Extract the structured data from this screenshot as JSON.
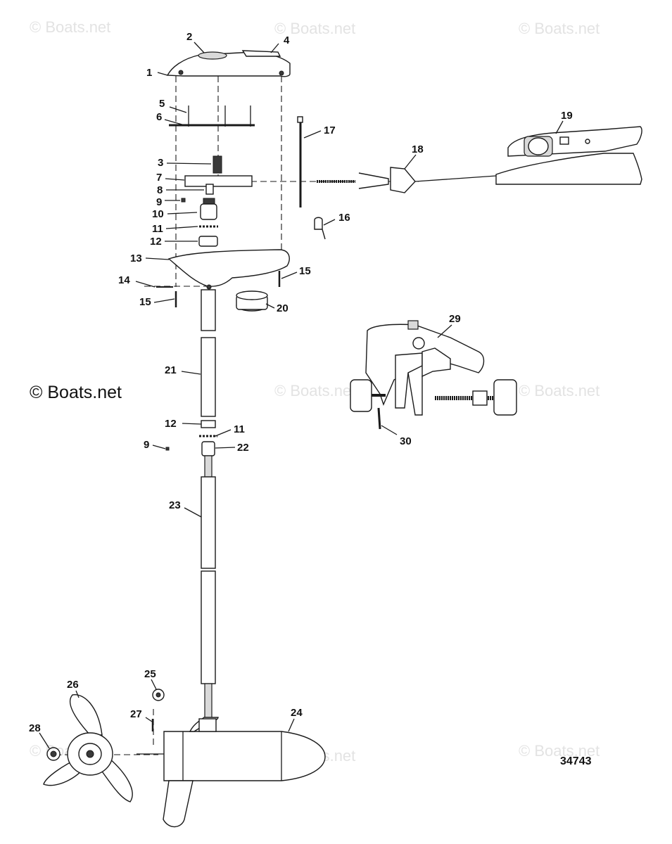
{
  "watermarks": [
    "© Boats.net",
    "© Boats.net",
    "© Boats.net",
    "© Boats.net",
    "© Boats.net",
    "© Boats.net",
    "© Boats.net",
    "© Boats.net"
  ],
  "copyright": "© Boats.net",
  "figure_number": "34743",
  "part_labels": [
    "1",
    "2",
    "3",
    "4",
    "5",
    "6",
    "7",
    "8",
    "9",
    "10",
    "11",
    "12",
    "13",
    "14",
    "15",
    "15",
    "16",
    "17",
    "18",
    "19",
    "20",
    "21",
    "12",
    "11",
    "9",
    "22",
    "23",
    "24",
    "25",
    "26",
    "27",
    "28",
    "29",
    "30"
  ]
}
